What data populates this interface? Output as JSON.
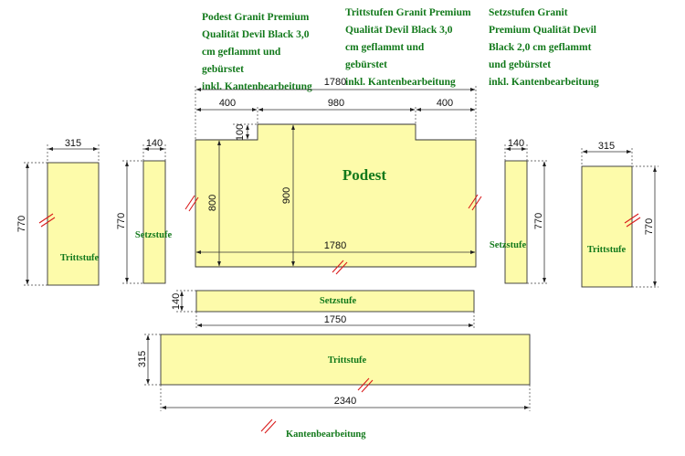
{
  "colors": {
    "panel_fill": "#fdfbaa",
    "label_green": "#12791b",
    "edge_red": "#d91c1c",
    "line": "#333333"
  },
  "notes": {
    "podest": "Podest Granit Premium\nQualität Devil Black 3,0\ncm geflammt und\ngebürstet\ninkl. Kantenbearbeitung",
    "trittstufen": "Trittstufen Granit Premium\nQualität Devil Black 3,0\ncm geflammt und\ngebürstet\ninkl. Kantenbearbeitung",
    "setzstufen": "Setzstufen Granit\nPremium Qualität Devil\nBlack 2,0 cm geflammt\nund gebürstet\ninkl. Kantenbearbeitung"
  },
  "legend": {
    "edge_label": "Kantenbearbeitung"
  },
  "pieces": {
    "podest": {
      "label": "Podest",
      "overall_width": "1780",
      "left_step": "400",
      "middle": "980",
      "right_step": "400",
      "notch": "100",
      "side_depth": "800",
      "center_depth": "900",
      "bottom_width": "1780"
    },
    "left_tritt": {
      "label": "Trittstufe",
      "width": "315",
      "height": "770"
    },
    "left_setz": {
      "label": "Setzstufe",
      "width": "140",
      "height": "770"
    },
    "right_setz": {
      "label": "Setzstufe",
      "width": "140",
      "height": "770"
    },
    "right_tritt": {
      "label": "Trittstufe",
      "width": "315",
      "height": "770"
    },
    "bottom_setz": {
      "label": "Setzstufe",
      "height": "140",
      "width": "1750"
    },
    "bottom_tritt": {
      "label": "Trittstufe",
      "height": "315",
      "width": "2340"
    }
  }
}
